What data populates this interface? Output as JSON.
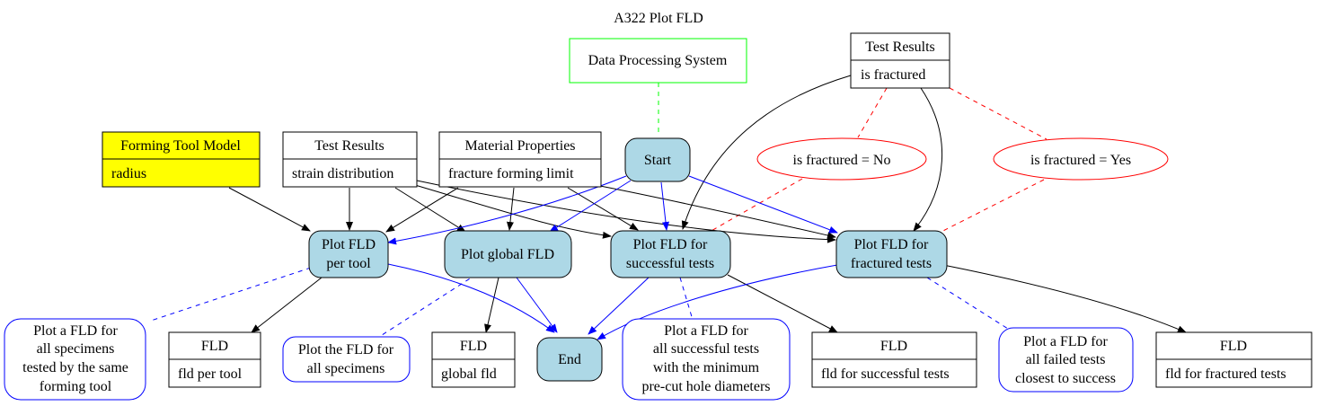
{
  "title": "A322 Plot FLD",
  "colors": {
    "activity_fill": "#add8e6",
    "note_blue": "#0000ff",
    "guard_red": "#ff0000",
    "system_green": "#00ff00",
    "model_fill": "#ffff00",
    "black": "#000000"
  },
  "nodes": {
    "data_processing": {
      "label": "Data Processing System"
    },
    "test_results_top": {
      "title": "Test Results",
      "attr": "is fractured"
    },
    "forming_tool": {
      "title": "Forming Tool Model",
      "attr": "radius"
    },
    "test_results_mid": {
      "title": "Test Results",
      "attr": "strain distribution"
    },
    "material_props": {
      "title": "Material Properties",
      "attr": "fracture forming limit"
    },
    "start": {
      "label": "Start"
    },
    "end": {
      "label": "End"
    },
    "guard_no": {
      "label": "is fractured = No"
    },
    "guard_yes": {
      "label": "is fractured = Yes"
    },
    "plot_per_tool": {
      "lines": [
        "Plot FLD",
        "per tool"
      ]
    },
    "plot_global": {
      "lines": [
        "Plot global FLD"
      ]
    },
    "plot_success": {
      "lines": [
        "Plot FLD for",
        "successful tests"
      ]
    },
    "plot_fractured": {
      "lines": [
        "Plot FLD for",
        "fractured tests"
      ]
    },
    "note_per_tool": {
      "lines": [
        "Plot a FLD for",
        "all specimens",
        "tested by the same",
        "forming tool"
      ]
    },
    "note_global": {
      "lines": [
        "Plot the FLD for",
        "all specimens"
      ]
    },
    "note_success": {
      "lines": [
        "Plot a FLD for",
        "all successful tests",
        "with the minimum",
        "pre-cut hole diameters"
      ]
    },
    "note_fractured": {
      "lines": [
        "Plot a FLD for",
        "all failed tests",
        "closest to success"
      ]
    },
    "fld_per_tool": {
      "title": "FLD",
      "attr": "fld per tool"
    },
    "fld_global": {
      "title": "FLD",
      "attr": "global fld"
    },
    "fld_success": {
      "title": "FLD",
      "attr": "fld for successful tests"
    },
    "fld_fractured": {
      "title": "FLD",
      "attr": "fld for fractured tests"
    }
  }
}
